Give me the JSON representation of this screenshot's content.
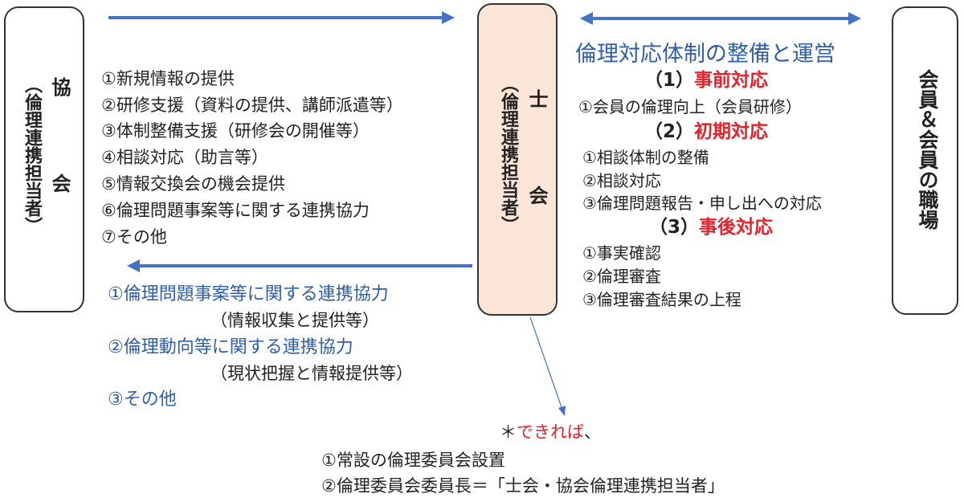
{
  "left_box": {
    "title": "協　　　　会",
    "subtitle": "（倫理連携担当者）"
  },
  "center_box": {
    "title": "士　　　　会",
    "subtitle": "（倫理連携担当者）"
  },
  "right_box": {
    "title": "会員＆会員の職場"
  },
  "to_shikai_items": [
    "①新規情報の提供",
    "②研修支援（資料の提供、講師派遣等）",
    "③体制整備支援（研修会の開催等）",
    "④相談対応（助言等）",
    "⑤情報交換会の機会提供",
    "⑥倫理問題事案等に関する連携協力",
    "⑦その他"
  ],
  "to_kyokai_items": [
    {
      "label": "①倫理問題事案等に関する連携協力",
      "note": "（情報収集と提供等）"
    },
    {
      "label": "②倫理動向等に関する連携協力",
      "note": "（現状把握と情報提供等）"
    },
    {
      "label": "③その他",
      "note": ""
    }
  ],
  "ethics_system": {
    "title": "倫理対応体制の整備と運営",
    "sections": [
      {
        "num": "（1）",
        "name": "事前対応",
        "items": [
          "①会員の倫理向上（会員研修）"
        ]
      },
      {
        "num": "（2）",
        "name": "初期対応",
        "items": [
          "①相談体制の整備",
          "②相談対応",
          "③倫理問題報告・申し出への対応"
        ]
      },
      {
        "num": "（3）",
        "name": "事後対応",
        "items": [
          "①事実確認",
          "②倫理審査",
          "③倫理審査結果の上程"
        ]
      }
    ]
  },
  "optional": {
    "prefix": "＊",
    "label": "できれば",
    "suffix": "、",
    "items": [
      "①常設の倫理委員会設置",
      "②倫理委員会委員長＝「士会・協会倫理連携担当者」"
    ]
  },
  "colors": {
    "arrow": "#4472c4",
    "blue_text": "#2f5ea8",
    "red_text": "#e8202a",
    "center_fill": "#fbe5d6"
  }
}
